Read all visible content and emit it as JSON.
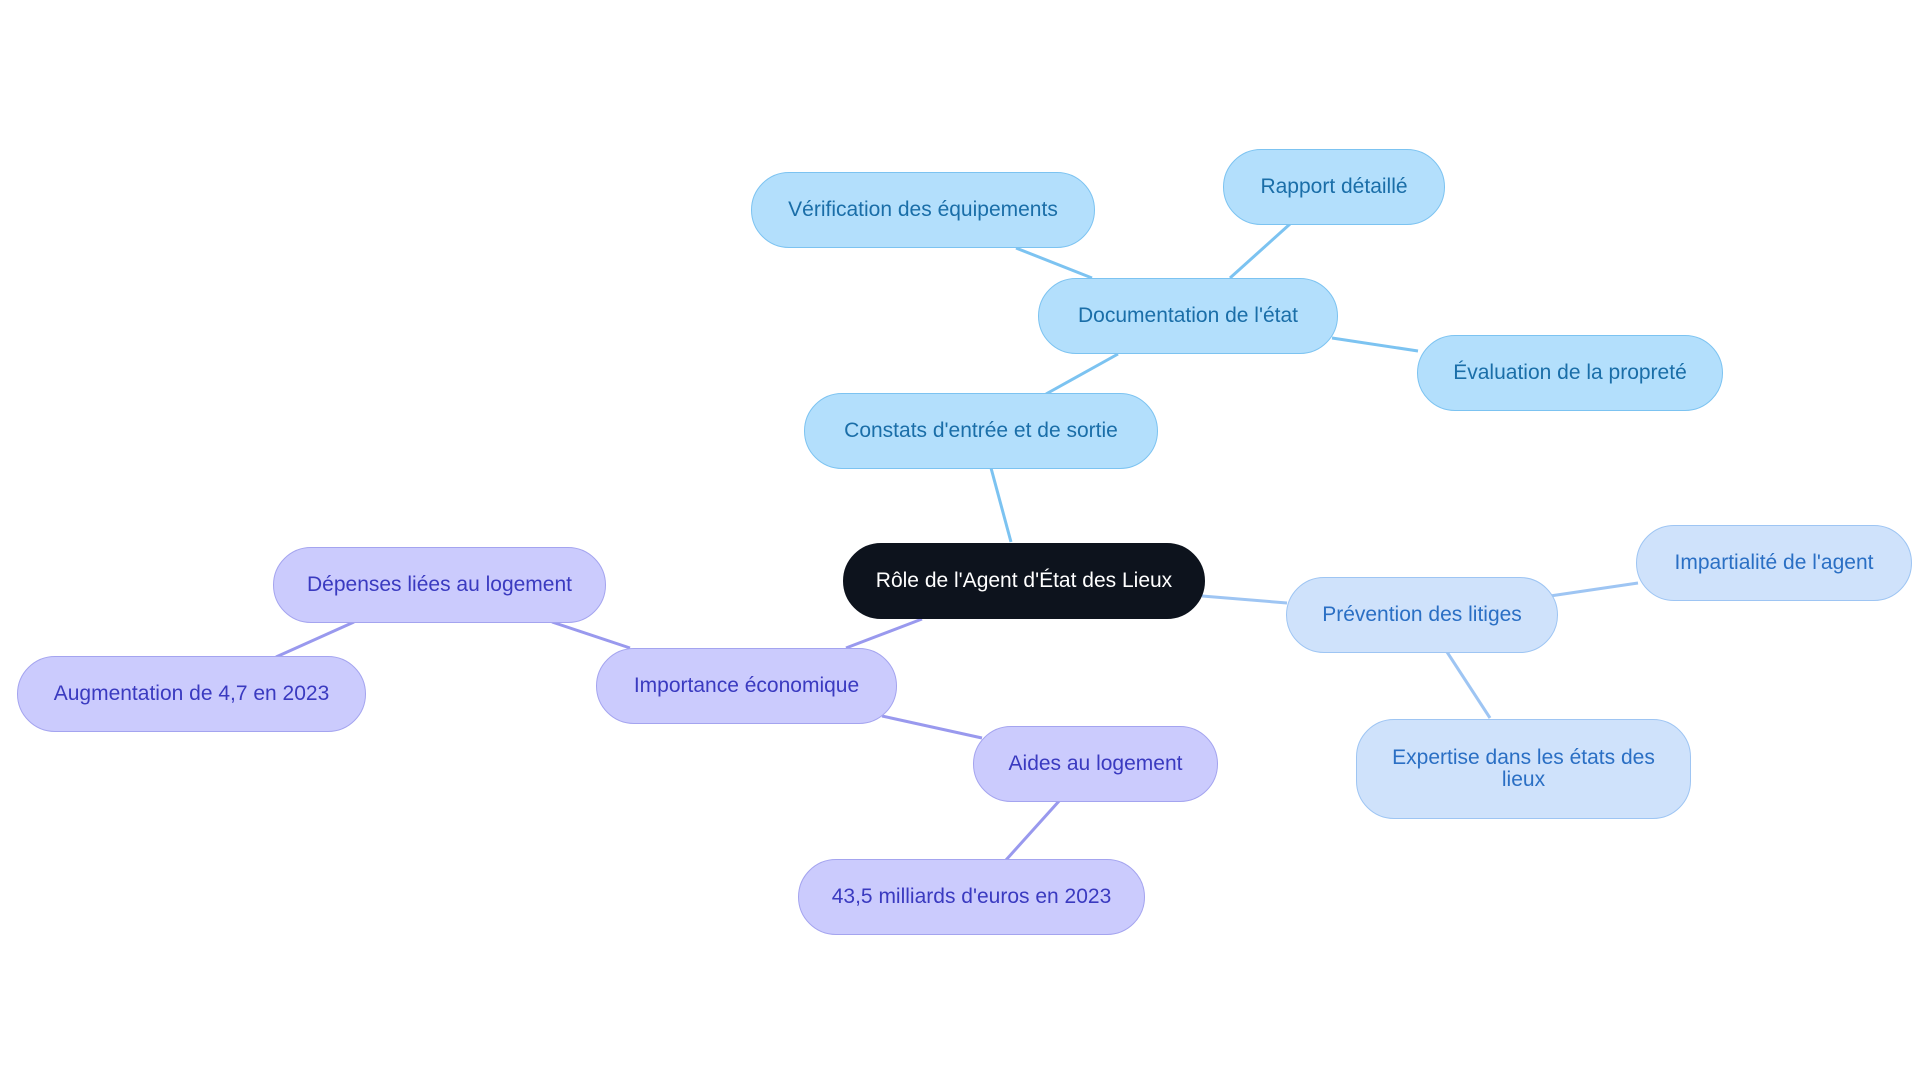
{
  "colors": {
    "root_fill": "#0d131d",
    "sky_fill": "#b3dffc",
    "sky_line": "#7cc3f1",
    "pale_fill": "#cfe2fb",
    "pale_line": "#9ec5f3",
    "lavender_fill": "#cbcbfd",
    "lavender_line": "#9999ee"
  },
  "mindmap": {
    "root": "Rôle de l'Agent d'État des Lieux",
    "constats": {
      "label": "Constats d'entrée et de sortie",
      "documentation": {
        "label": "Documentation de l'état",
        "children": [
          "Vérification des équipements",
          "Rapport détaillé",
          "Évaluation de la propreté"
        ]
      }
    },
    "prevention": {
      "label": "Prévention des litiges",
      "children": [
        "Impartialité de l'agent",
        "Expertise dans les états des lieux"
      ]
    },
    "economie": {
      "label": "Importance économique",
      "depenses": {
        "label": "Dépenses liées au logement",
        "children": [
          "Augmentation de 4,7 en 2023"
        ]
      },
      "aides": {
        "label": "Aides au logement",
        "children": [
          "43,5 milliards d'euros en 2023"
        ]
      }
    }
  }
}
